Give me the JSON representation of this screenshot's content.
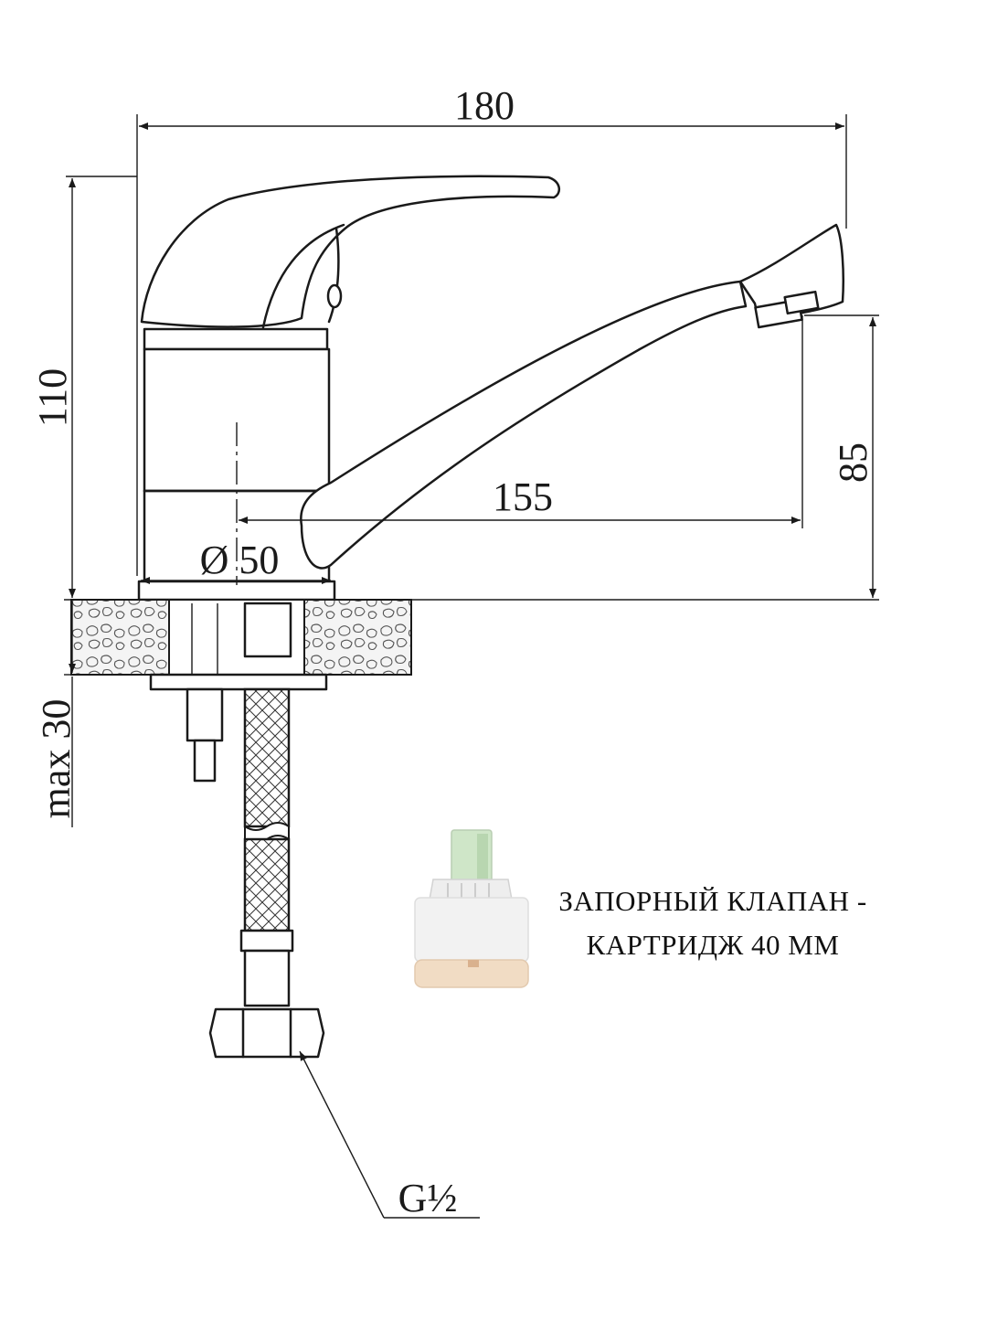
{
  "dimensions": {
    "overall_length": "180",
    "height": "110",
    "spout_height": "85",
    "spout_reach": "155",
    "base_diameter": "Ø 50",
    "max_thickness": "max 30",
    "thread": "G½"
  },
  "cartridge_caption": {
    "line1": "ЗАПОРНЫЙ КЛАПАН -",
    "line2": "КАРТРИДЖ 40 ММ"
  },
  "colors": {
    "line": "#1a1a1a",
    "countertop_fill": "#f4f4f4",
    "cartridge_body": "#f2f2f2",
    "cartridge_base": "#f1dcc4",
    "cartridge_stem": "#cfe6c8"
  }
}
